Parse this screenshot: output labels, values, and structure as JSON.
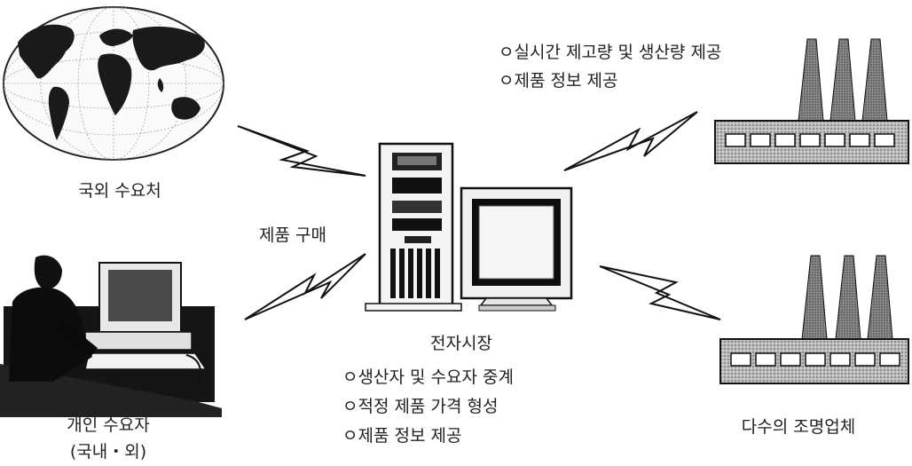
{
  "labels": {
    "overseas": "국외 수요처",
    "purchase": "제품 구매",
    "individual": "개인 수요자",
    "individual_sub": "(국내・외)",
    "emarket_title": "전자시장",
    "emarket_items": [
      "ㅇ생산자 및 수요자 중계",
      "ㅇ적정 제품 가격 형성",
      "ㅇ제품 정보 제공"
    ],
    "supplier_items": [
      "ㅇ실시간 제고량 및 생산량 제공",
      "ㅇ제품 정보 제공"
    ],
    "manufacturers": "다수의 조명업체"
  },
  "icons": [
    "globe-icon",
    "person-computer-icon",
    "server-tower-icon",
    "monitor-icon",
    "factory-icon",
    "lightning-icon"
  ]
}
